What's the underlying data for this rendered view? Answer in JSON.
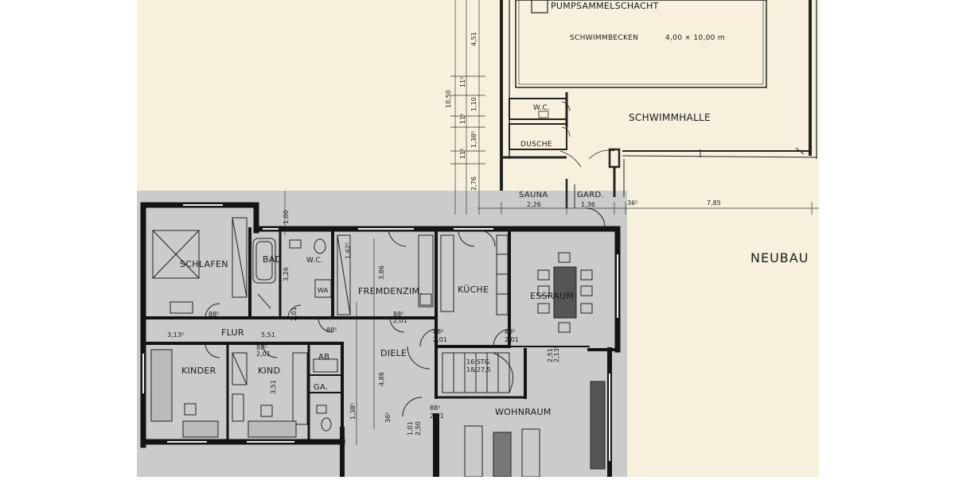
{
  "colors": {
    "paper": "#f7f0dc",
    "gray_area": "#c9ccca",
    "wall": "#141414",
    "line": "#222222"
  },
  "labels": {
    "pumpsammelschacht": "PUMPSAMMELSCHACHT",
    "schwimmbecken": "SCHWIMMBECKEN",
    "schwimmbecken_dim": "4,00 × 10,00 m",
    "schwimmhalle": "SCHWIMMHALLE",
    "wc_top": "W.C.",
    "dusche": "DUSCHE",
    "sauna": "SAUNA",
    "gard": "GARD.",
    "neubau": "NEUBAU",
    "schlafen": "SCHLAFEN",
    "bad": "BAD",
    "wc": "W.C.",
    "wa": "WA",
    "fremdenzim": "FREMDENZIM.",
    "kueche": "KÜCHE",
    "essraum": "ESSRAUM",
    "flur": "FLUR",
    "diele": "DIELE",
    "kinder": "KINDER",
    "kind": "KIND",
    "ab": "AB",
    "ga": "GA.",
    "wohnraum": "WOHNRAUM"
  },
  "dimensions": {
    "d_451": "4,51",
    "d_1050": "10,50",
    "d_115a": "11⁵",
    "d_110": "1,10",
    "d_115b": "11⁵",
    "d_1385": "1,38⁵",
    "d_115c": "11⁵",
    "d_276": "2,76",
    "d_785": "7,85",
    "d_226": "2,26",
    "d_136": "1,36",
    "d_365": "36⁵",
    "d_100": "1,00",
    "d_326": "3,26",
    "d_1625": "1,62⁵",
    "d_386": "3,86",
    "d_551": "5,51",
    "d_3135": "3,13⁵",
    "d_486": "4,86",
    "d_351": "3,51",
    "d_2135": "2,13⁵",
    "d_251": "2,51",
    "d_1385b": "1,38⁵",
    "d_885a": "88⁵",
    "d_201a": "2,01",
    "d_885b": "88⁵",
    "d_201b": "2,01",
    "d_885c": "88⁵",
    "d_885d": "88⁵",
    "d_201c": "2,01",
    "d_885e": "88⁵",
    "d_201d": "2,01",
    "d_885f": "88⁵",
    "d_201e": "2,01",
    "d_stg": "16 STG.",
    "d_stg2": "18/27,5",
    "d_101": "1,01",
    "d_250": "2,50",
    "d_365b": "36⁵",
    "d_885g": "88⁵",
    "d_201f": "2,01"
  }
}
